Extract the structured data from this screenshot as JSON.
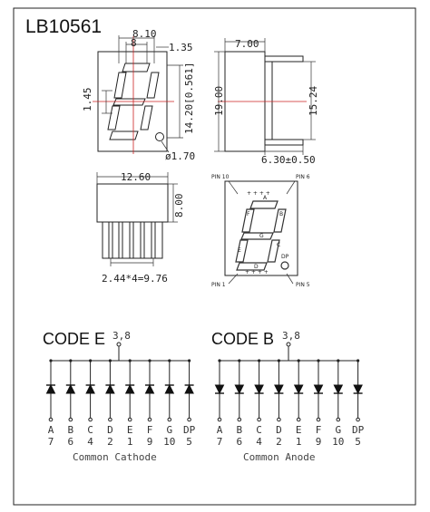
{
  "part_number": "LB10561",
  "dimensions": {
    "top_width": "8.10",
    "inner_width": "8",
    "digit_offset": "1.35",
    "left_side": "1.45",
    "height_inner": "14.20[0.561]",
    "dot_dia": "ø1.70",
    "side_depth": "7.00",
    "side_height": "19.00",
    "lead_height": "15.24",
    "lead_offset": "6.30±0.50",
    "bottom_width": "12.60",
    "bottom_height": "8.00",
    "pin_pitch": "2.44*4=9.76"
  },
  "front_view": {
    "pin_labels": [
      "PIN 10",
      "PIN 6",
      "PIN 1",
      "PIN 5"
    ],
    "segment_letters": [
      "A",
      "B",
      "C",
      "D",
      "E",
      "F",
      "G",
      "DP"
    ]
  },
  "schematics": [
    {
      "code_label": "CODE E",
      "common_pins": "3,8",
      "caption": "Common Cathode",
      "segments": [
        "A",
        "B",
        "C",
        "D",
        "E",
        "F",
        "G",
        "DP"
      ],
      "pins": [
        "7",
        "6",
        "4",
        "2",
        "1",
        "9",
        "10",
        "5"
      ]
    },
    {
      "code_label": "CODE B",
      "common_pins": "3,8",
      "caption": "Common Anode",
      "segments": [
        "A",
        "B",
        "C",
        "D",
        "E",
        "F",
        "G",
        "DP"
      ],
      "pins": [
        "7",
        "6",
        "4",
        "2",
        "1",
        "9",
        "10",
        "5"
      ]
    }
  ]
}
